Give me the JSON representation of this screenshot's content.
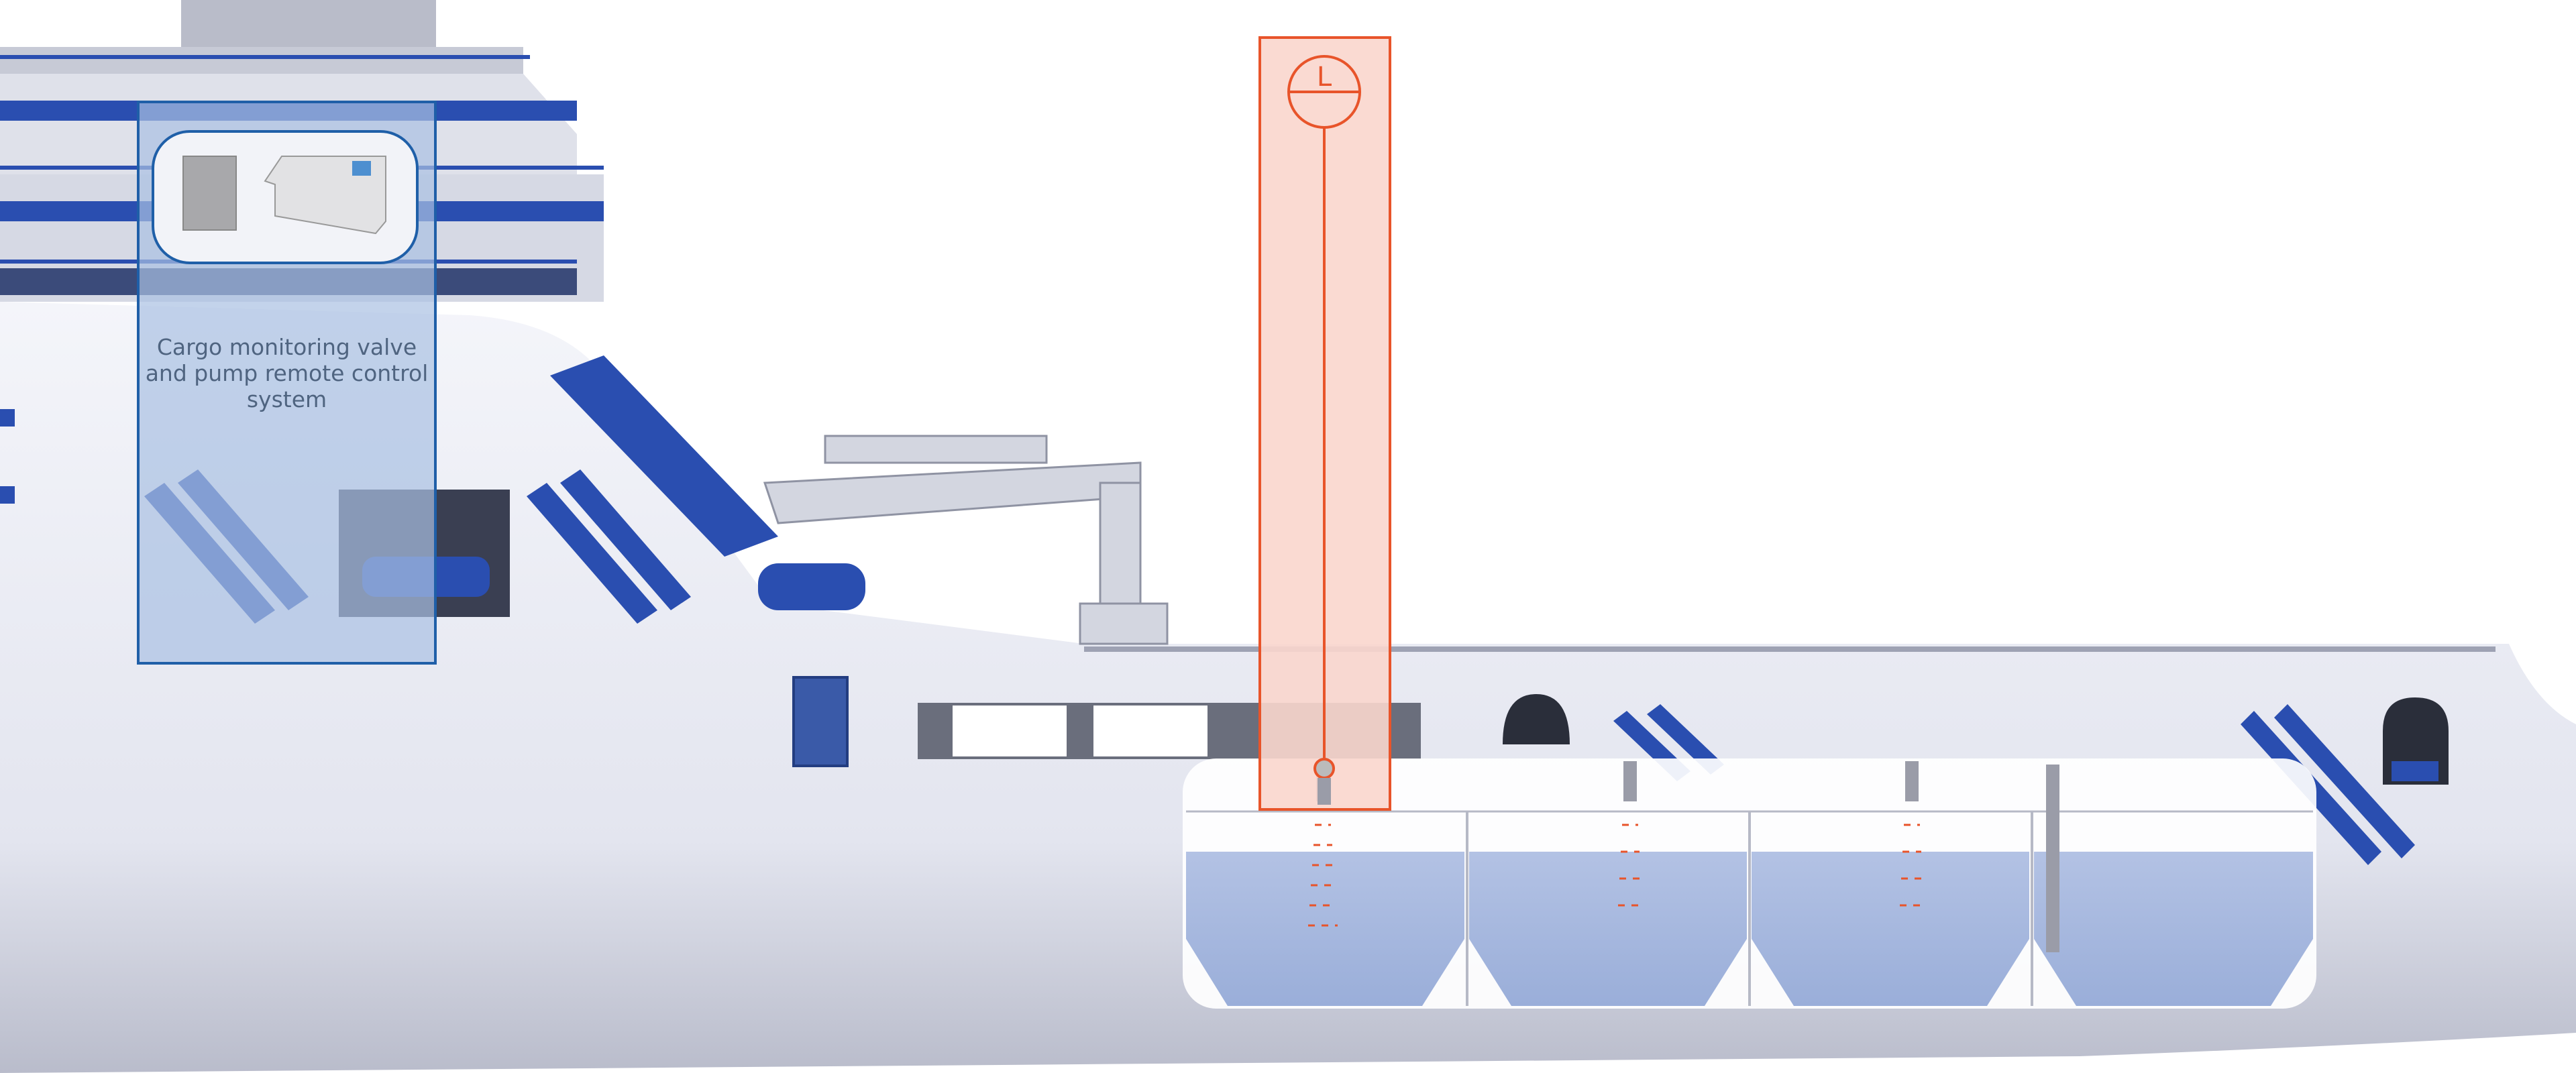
{
  "diagram": {
    "control_system": {
      "label": "Cargo monitoring valve and pump remote control system",
      "box_color": "#1f5fa8"
    },
    "level_instrument": {
      "symbol_letter": "L",
      "color": "#e8542a"
    },
    "tanks": [
      {
        "gauge": "radar-level-gauge"
      },
      {
        "gauge": "radar-level-gauge"
      },
      {
        "gauge": "radar-level-gauge"
      },
      {
        "gauge": "radar-level-gauge"
      }
    ],
    "colors": {
      "hull": "#e6e8f2",
      "accent_blue": "#2a4eb0",
      "liquid": "#a4b6de"
    }
  }
}
